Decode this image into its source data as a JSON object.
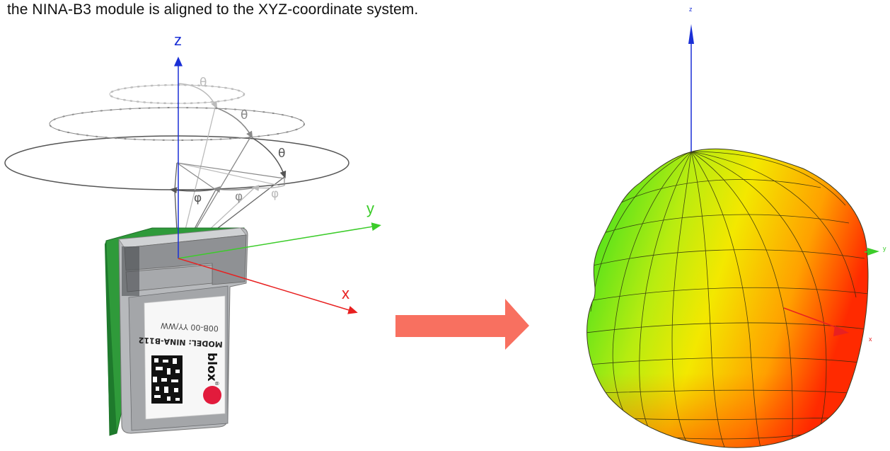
{
  "caption": "the NINA-B3 module is aligned to the XYZ-coordinate system.",
  "left_figure": {
    "axes": {
      "z": "z",
      "y": "y",
      "x": "x"
    },
    "angles": {
      "theta": "θ",
      "phi": "φ"
    },
    "module_label": {
      "model": "MODEL: NINA-B112",
      "code": "00B-00 YY/WW",
      "brand": "blox",
      "registered": "®"
    }
  },
  "right_figure": {
    "axes": {
      "z": "z",
      "y": "y",
      "x": "x"
    }
  },
  "colors": {
    "z_axis": "#1a2fd6",
    "y_axis": "#3ccc2a",
    "x_axis": "#e82020",
    "arrow": "#f87060",
    "pcb_green": "#2f9a3a",
    "shield_gray": "#9a9ca0"
  }
}
